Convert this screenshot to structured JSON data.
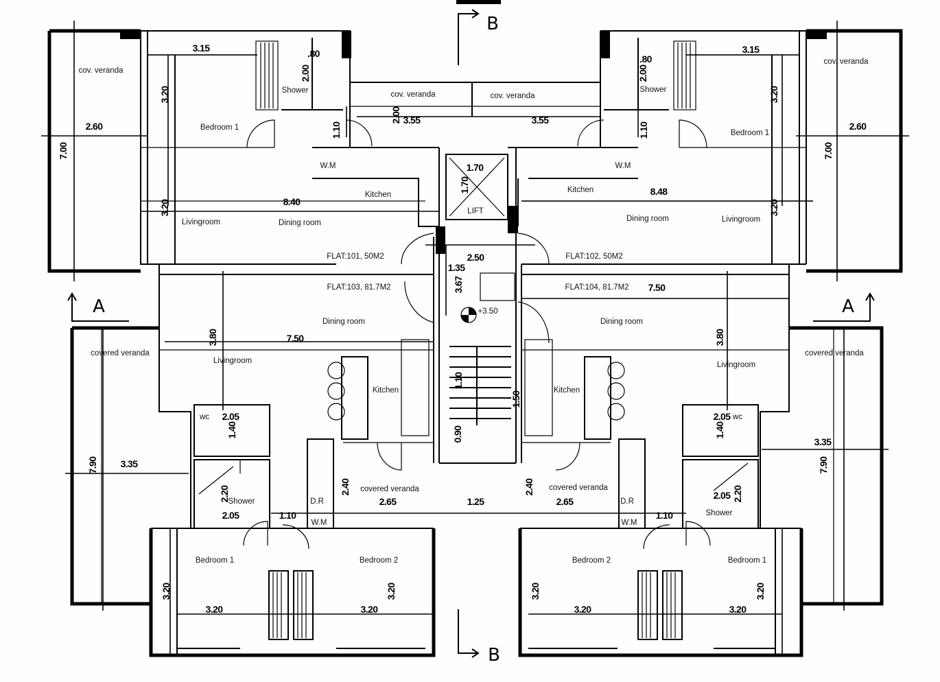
{
  "section_markers": {
    "b_top": "B",
    "b_bottom": "B",
    "a_left": "A",
    "a_right": "A"
  },
  "flat_101": {
    "rooms": [
      "cov. veranda",
      "Shower",
      "Bedroom 1",
      "cov. veranda",
      "W.M",
      "Kitchen",
      "Livingroom",
      "Dining room"
    ],
    "dims": [
      "3.15",
      ".80",
      "2.00",
      "3.20",
      "2.60",
      "7.00",
      "1.10",
      "2.00",
      "3.55",
      "8.40",
      "3.20"
    ]
  },
  "flat_102": {
    "rooms": [
      "cov. veranda",
      "Shower",
      "Bedroom 1",
      "cov. veranda",
      "W.M",
      "Kitchen",
      "Dining room",
      "Livingroom"
    ],
    "dims": [
      ".80",
      "2.00",
      "3.15",
      "3.20",
      "3.55",
      "1.10",
      "2.60",
      "7.00",
      "8.48",
      "3.20"
    ]
  },
  "core": {
    "lift_label": "LIFT",
    "dims": [
      "1.70",
      "1.70",
      "2.50",
      "1.35",
      "3.67",
      "1.10",
      "1.50",
      "0.90",
      "1.25"
    ],
    "level": "+3.50",
    "flat_labels": [
      "FLAT:101, 50M2",
      "FLAT:102, 50M2",
      "FLAT:103, 81.7M2",
      "FLAT:104, 81.7M2"
    ]
  },
  "flat_103": {
    "rooms": [
      "Dining room",
      "covered veranda",
      "Livingroom",
      "Kitchen",
      "wc",
      "Shower",
      "covered veranda",
      "D.R",
      "W.M",
      "Bedroom 1",
      "Bedroom 2"
    ],
    "dims": [
      "7.50",
      "3.80",
      "2.05",
      "1.40",
      "7.90",
      "3.35",
      "2.20",
      "2.40",
      "2.65",
      "1.10",
      "2.05",
      "3.20",
      "3.20",
      "3.20",
      "3.20"
    ]
  },
  "flat_104": {
    "rooms": [
      "Dining room",
      "covered veranda",
      "Livingroom",
      "Kitchen",
      "wc",
      "covered veranda",
      "D.R",
      "Shower",
      "W.M",
      "Bedroom 2",
      "Bedroom 1"
    ],
    "dims": [
      "7.50",
      "3.80",
      "2.05",
      "1.40",
      "3.35",
      "7.90",
      "2.40",
      "2.65",
      "2.05",
      "2.20",
      "1.10",
      "3.20",
      "3.20",
      "3.20",
      "3.20"
    ]
  }
}
